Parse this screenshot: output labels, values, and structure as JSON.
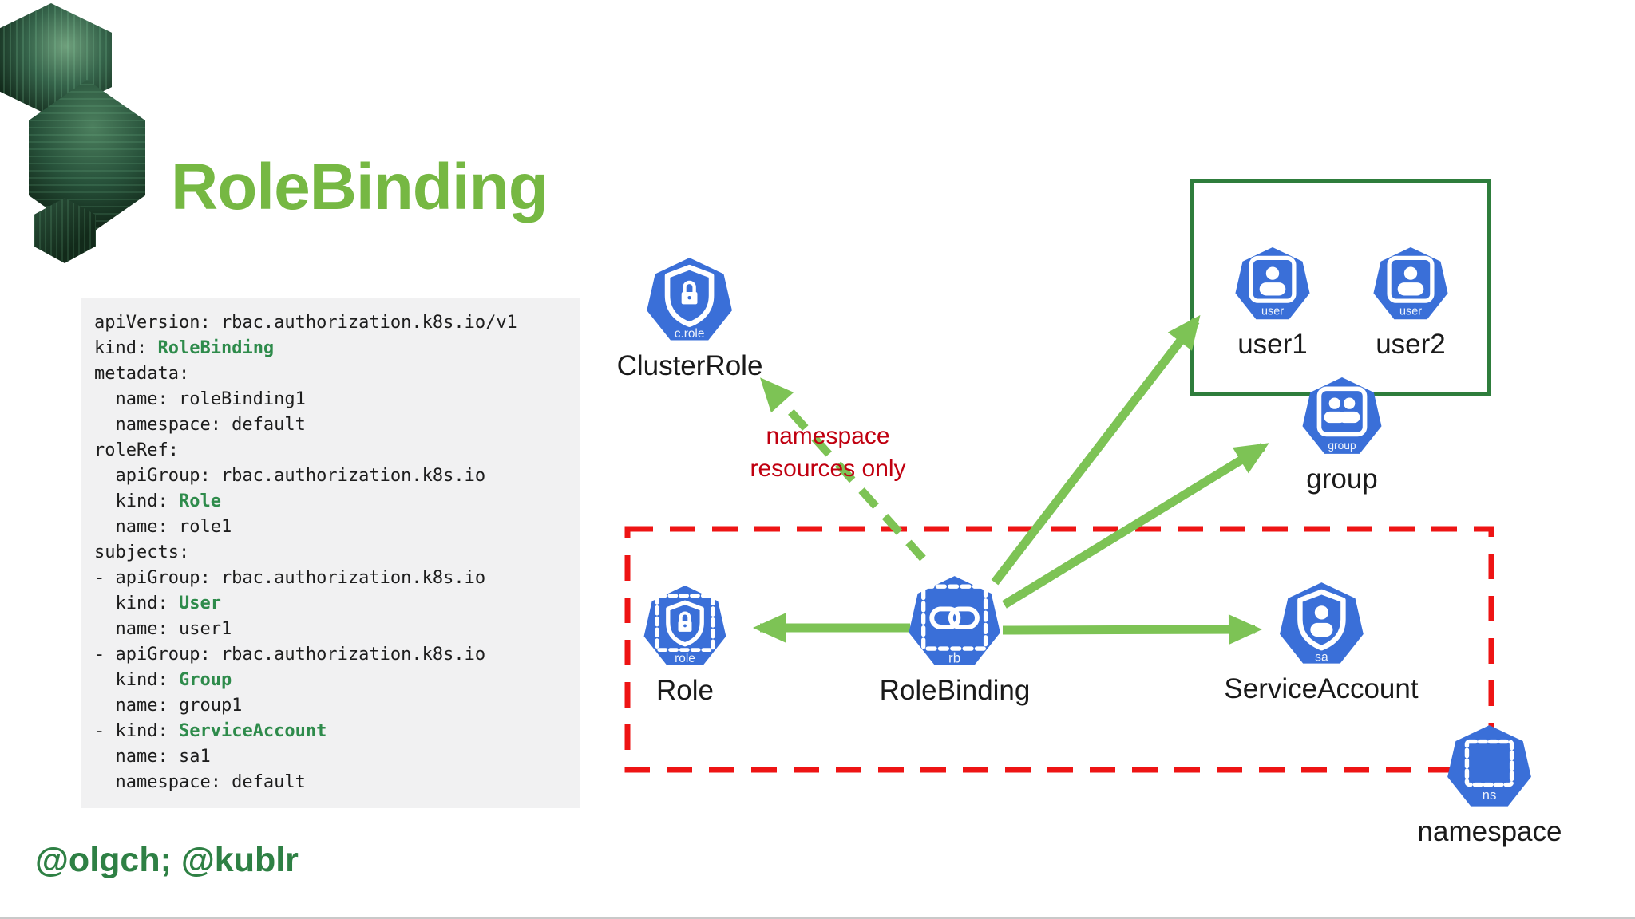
{
  "header": {
    "title": "RoleBinding"
  },
  "footer": {
    "handles": "@olgch; @kublr"
  },
  "code": {
    "lines": [
      [
        {
          "t": "apiVersion: rbac.authorization.k8s.io/v1"
        }
      ],
      [
        {
          "t": "kind: "
        },
        {
          "t": "RoleBinding",
          "hl": true
        }
      ],
      [
        {
          "t": "metadata:"
        }
      ],
      [
        {
          "t": "  name: roleBinding1"
        }
      ],
      [
        {
          "t": "  namespace: default"
        }
      ],
      [
        {
          "t": "roleRef:"
        }
      ],
      [
        {
          "t": "  apiGroup: rbac.authorization.k8s.io"
        }
      ],
      [
        {
          "t": "  kind: "
        },
        {
          "t": "Role",
          "hl": true
        }
      ],
      [
        {
          "t": "  name: role1"
        }
      ],
      [
        {
          "t": "subjects:"
        }
      ],
      [
        {
          "t": "- apiGroup: rbac.authorization.k8s.io"
        }
      ],
      [
        {
          "t": "  kind: "
        },
        {
          "t": "User",
          "hl": true
        }
      ],
      [
        {
          "t": "  name: user1"
        }
      ],
      [
        {
          "t": "- apiGroup: rbac.authorization.k8s.io"
        }
      ],
      [
        {
          "t": "  kind: "
        },
        {
          "t": "Group",
          "hl": true
        }
      ],
      [
        {
          "t": "  name: group1"
        }
      ],
      [
        {
          "t": "- kind: "
        },
        {
          "t": "ServiceAccount",
          "hl": true
        }
      ],
      [
        {
          "t": "  name: sa1"
        }
      ],
      [
        {
          "t": "  namespace: default"
        }
      ]
    ]
  },
  "diagram": {
    "annotation": {
      "line1": "namespace",
      "line2": "resources only"
    },
    "nodes": {
      "clusterrole": {
        "label": "ClusterRole",
        "badge": "c.role"
      },
      "user1": {
        "label": "user1",
        "badge": "user"
      },
      "user2": {
        "label": "user2",
        "badge": "user"
      },
      "group": {
        "label": "group",
        "badge": "group"
      },
      "role": {
        "label": "Role",
        "badge": "role"
      },
      "rolebinding": {
        "label": "RoleBinding",
        "badge": "rb"
      },
      "serviceaccount": {
        "label": "ServiceAccount",
        "badge": "sa"
      },
      "namespace": {
        "label": "namespace",
        "badge": "ns"
      }
    }
  },
  "colors": {
    "title_green": "#76b843",
    "footer_green": "#2e8044",
    "keyword_green": "#2e8b4b",
    "code_text": "#1d1d1d",
    "code_bg": "#f1f1f2",
    "k8s_blue": "#3a6fd8",
    "arrow_green": "#7dc355",
    "users_box_green": "#2e7d3c",
    "namespace_box_red": "#ee1414",
    "annotation_red": "#c00010",
    "label_dark": "#1a1a1a"
  }
}
